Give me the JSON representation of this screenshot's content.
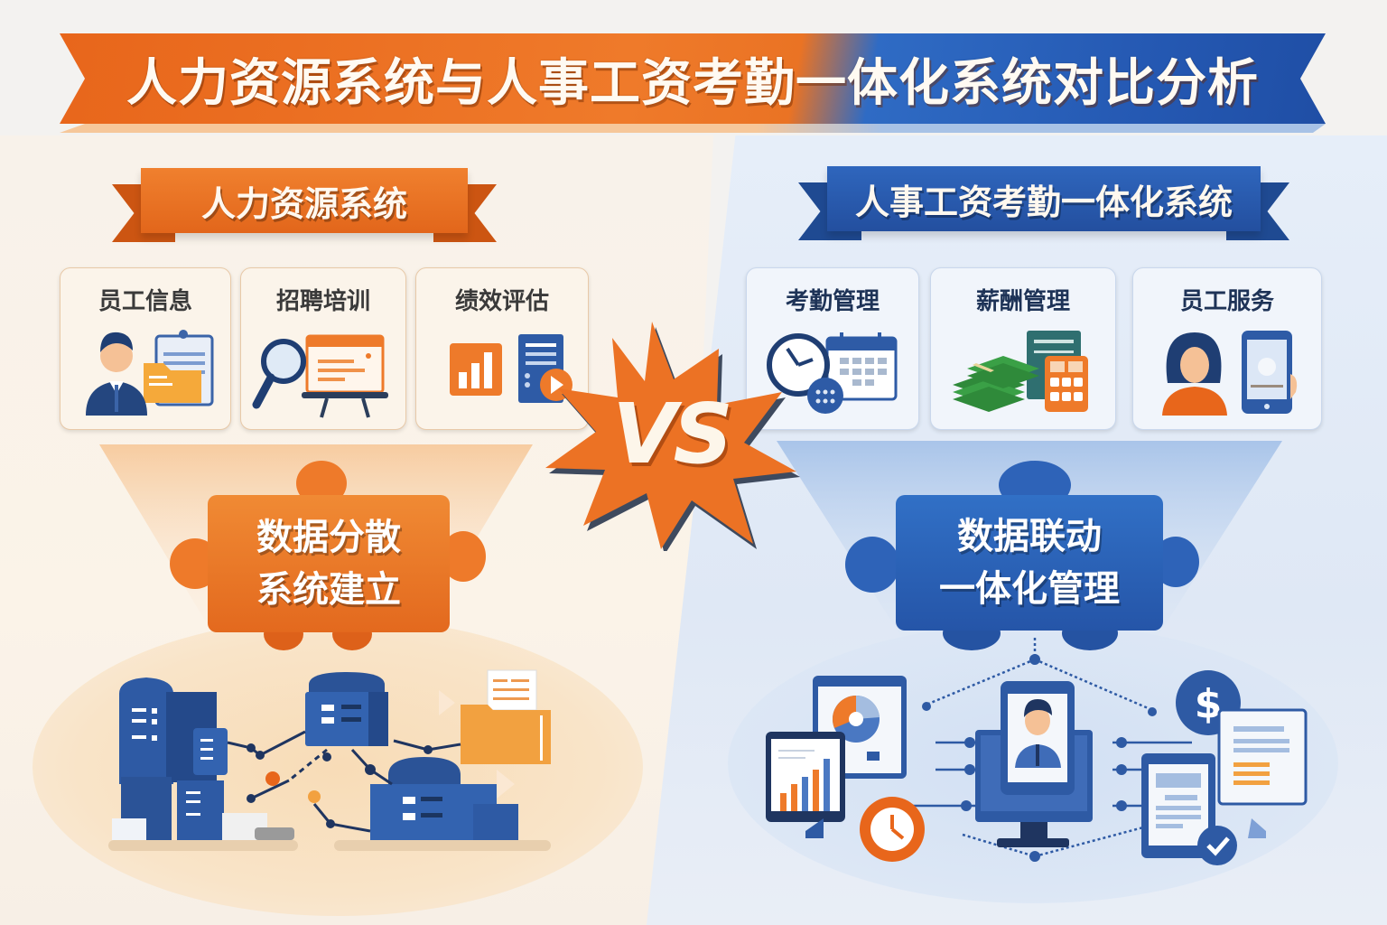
{
  "title": "人力资源系统与人事工资考勤一体化系统对比分析",
  "colors": {
    "orange": "#e8661b",
    "blue": "#2559b3",
    "navy": "#2a4f8f",
    "left_bg": "#fbf3e8",
    "right_bg": "#e3ecf8"
  },
  "left": {
    "heading": "人力资源系统",
    "cards": [
      {
        "label": "员工信息",
        "icon": "employee-file-icon"
      },
      {
        "label": "招聘培训",
        "icon": "search-presentation-icon"
      },
      {
        "label": "绩效评估",
        "icon": "chart-report-icon"
      }
    ],
    "puzzle": {
      "line1": "数据分散",
      "line2": "系统建立"
    },
    "illustration": "disconnected-servers-network"
  },
  "right": {
    "heading": "人事工资考勤一体化系统",
    "cards": [
      {
        "label": "考勤管理",
        "icon": "clock-calendar-icon"
      },
      {
        "label": "薪酬管理",
        "icon": "money-calculator-icon"
      },
      {
        "label": "员工服务",
        "icon": "person-mobile-icon"
      }
    ],
    "puzzle": {
      "line1": "数据联动",
      "line2": "一体化管理"
    },
    "illustration": "integrated-devices-network"
  },
  "vs": {
    "label": "VS"
  }
}
